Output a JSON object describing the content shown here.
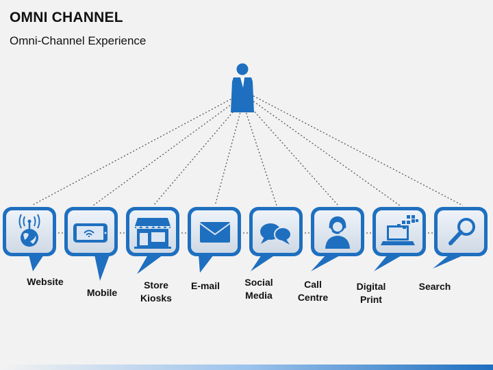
{
  "title": "OMNI CHANNEL",
  "subtitle": "Omni-Channel Experience",
  "colors": {
    "accent": "#1E6FBF",
    "box_fill": "#DCE6F2",
    "connector": "#555555"
  },
  "hub": {
    "icon": "person-icon"
  },
  "channels": [
    {
      "label": "Website",
      "icon": "globe-antenna-icon"
    },
    {
      "label": "Mobile",
      "icon": "smartphone-icon"
    },
    {
      "label": "Store Kiosks",
      "icon": "storefront-icon"
    },
    {
      "label": "E-mail",
      "icon": "envelope-icon"
    },
    {
      "label": "Social Media",
      "icon": "chat-bubbles-icon"
    },
    {
      "label": "Call Centre",
      "icon": "headset-agent-icon"
    },
    {
      "label": "Digital Print",
      "icon": "laptop-print-icon"
    },
    {
      "label": "Search",
      "icon": "magnifier-icon"
    }
  ]
}
